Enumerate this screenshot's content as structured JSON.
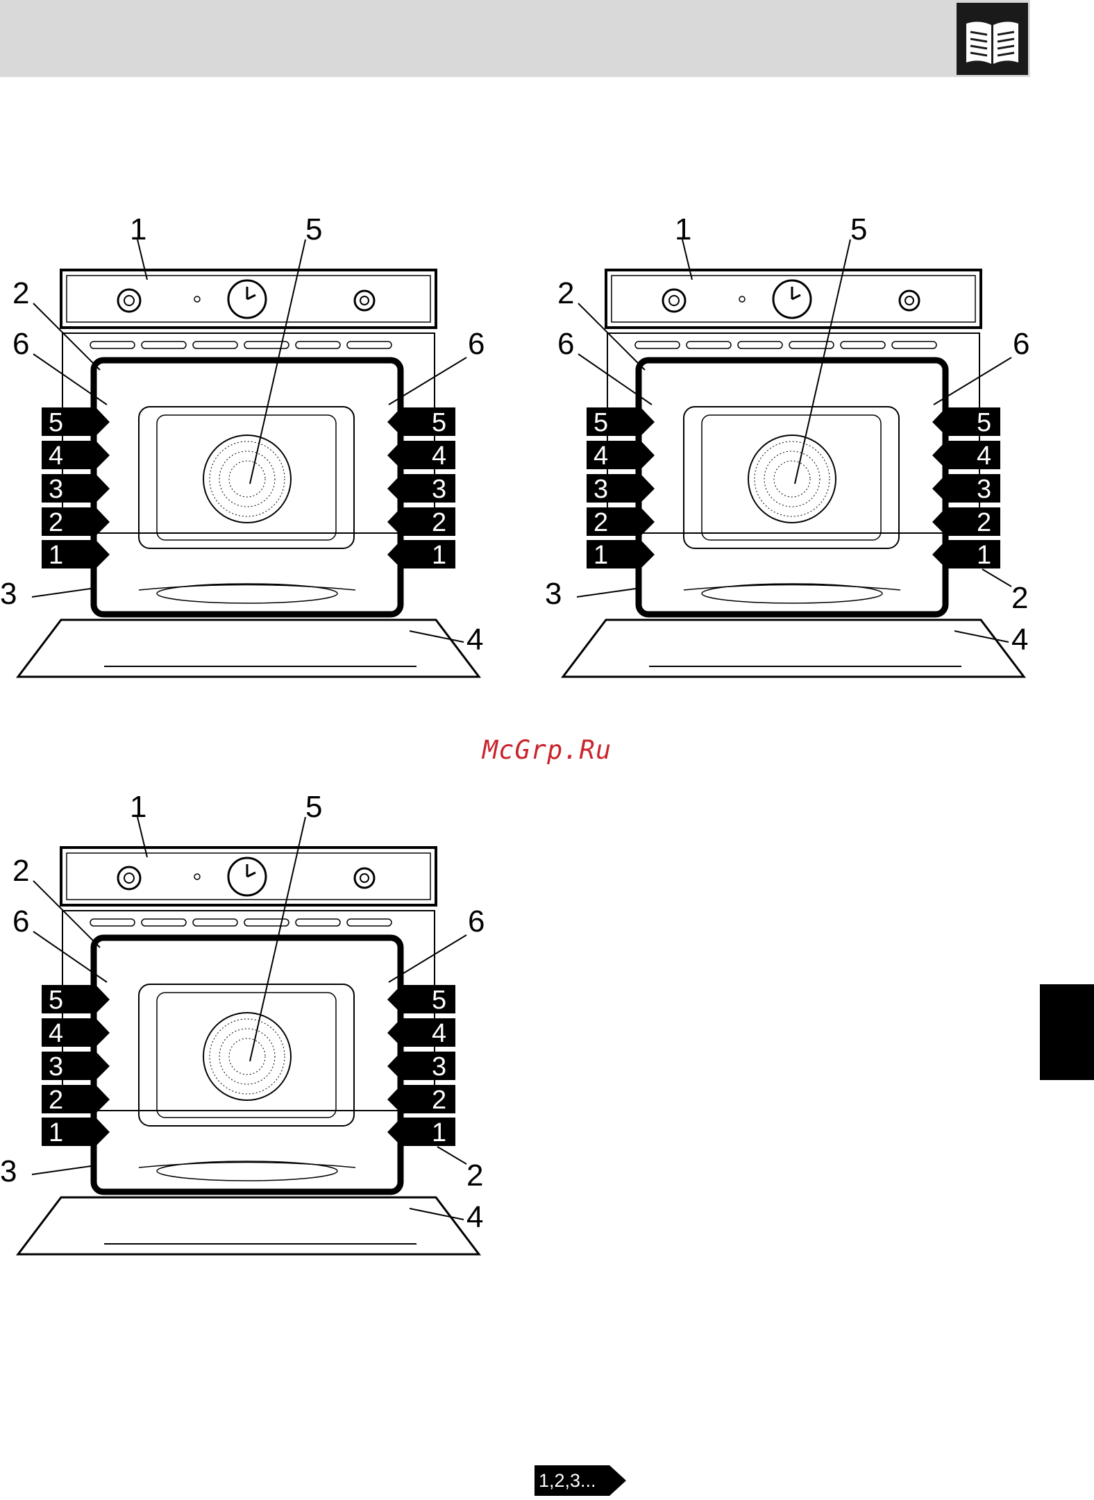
{
  "header": {
    "icon": "open-book-icon"
  },
  "watermark": {
    "text": "McGrp.Ru",
    "color": "#c8242b"
  },
  "side_tab": {
    "color": "#000000"
  },
  "next_page": {
    "label": "1,2,3...",
    "icon": "arrow-right-icon"
  },
  "diagrams": [
    {
      "callouts": {
        "control_panel": "1",
        "door_seal": "2",
        "oven_cavity": "3",
        "door": "4",
        "fan_cover": "5",
        "rack_guides": "6"
      },
      "levels": [
        "5",
        "4",
        "3",
        "2",
        "1"
      ],
      "right_side_callout": ""
    },
    {
      "callouts": {
        "control_panel": "1",
        "door_seal": "2",
        "oven_cavity": "3",
        "door": "4",
        "fan_cover": "5",
        "rack_guides": "6"
      },
      "levels": [
        "5",
        "4",
        "3",
        "2",
        "1"
      ],
      "right_side_callout": "2"
    },
    {
      "callouts": {
        "control_panel": "1",
        "door_seal": "2",
        "oven_cavity": "3",
        "door": "4",
        "fan_cover": "5",
        "rack_guides": "6"
      },
      "levels": [
        "5",
        "4",
        "3",
        "2",
        "1"
      ],
      "right_side_callout": "2"
    }
  ]
}
